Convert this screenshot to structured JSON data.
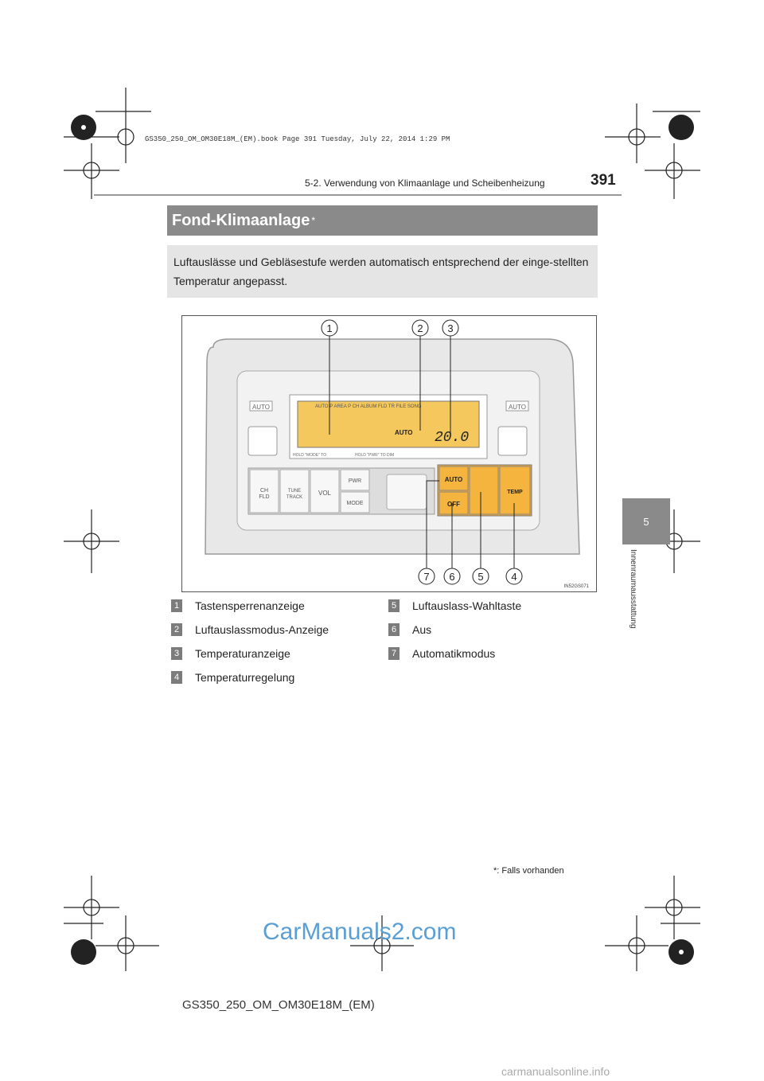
{
  "file_meta": "GS350_250_OM_OM30E18M_(EM).book  Page 391  Tuesday, July 22, 2014  1:29 PM",
  "header": {
    "section": "5-2. Verwendung von Klimaanlage und Scheibenheizung",
    "page_number": "391"
  },
  "side_tab": {
    "number": "5",
    "label": "Innenraumausstattung"
  },
  "title": {
    "text": "Fond-Klimaanlage",
    "marker": "*"
  },
  "intro": "Luftauslässe und Gebläsestufe werden automatisch entsprechend der einge-stellten Temperatur angepasst.",
  "figure": {
    "callouts": [
      "1",
      "2",
      "3",
      "7",
      "6",
      "5",
      "4"
    ],
    "auto_left": "AUTO",
    "auto_right": "AUTO",
    "display_top": "AUTO P AREA P CH ALBUM FLD TR FILE SONG",
    "display_auto": "AUTO",
    "display_temp": "20.0",
    "display_hint_left": "HOLD \"MODE\" TO",
    "display_hint_right": "HOLD \"PWR\" TO DIM",
    "btn_ch": "CH",
    "btn_fld": "FLD",
    "btn_tune": "TUNE",
    "btn_track": "TRACK",
    "btn_vol": "VOL",
    "btn_pwr": "PWR",
    "btn_mode": "MODE",
    "btn_auto": "AUTO",
    "btn_off": "OFF",
    "btn_temp": "TEMP",
    "code": "IN52GS071"
  },
  "legend": [
    {
      "num": "1",
      "label": "Tastensperrenanzeige"
    },
    {
      "num": "2",
      "label": "Luftauslassmodus-Anzeige"
    },
    {
      "num": "3",
      "label": "Temperaturanzeige"
    },
    {
      "num": "4",
      "label": "Temperaturregelung"
    },
    {
      "num": "5",
      "label": "Luftauslass-Wahltaste"
    },
    {
      "num": "6",
      "label": "Aus"
    },
    {
      "num": "7",
      "label": "Automatikmodus"
    }
  ],
  "footnote": "*: Falls vorhanden",
  "footer": "GS350_250_OM_OM30E18M_(EM)",
  "watermarks": [
    "CarManuals2.com",
    "carmanualsonline.info"
  ],
  "colors": {
    "tab_gray": "#8a8a8a",
    "box_gray": "#e5e5e5",
    "panel_orange": "#f0a830",
    "lcd_yellow": "#f4c85c"
  }
}
